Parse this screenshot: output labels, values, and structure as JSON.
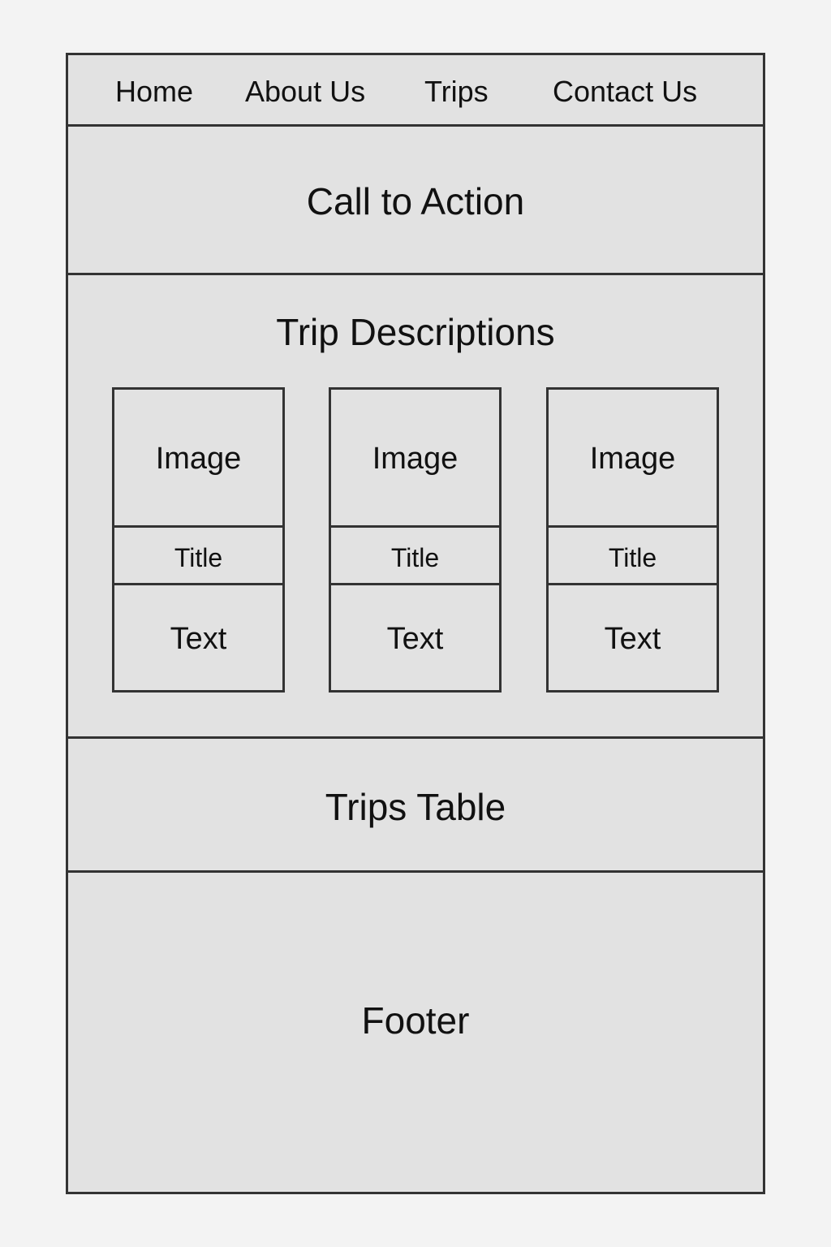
{
  "nav": {
    "items": [
      {
        "label": "Home"
      },
      {
        "label": "About Us"
      },
      {
        "label": "Trips"
      },
      {
        "label": "Contact Us"
      }
    ]
  },
  "cta": {
    "label": "Call to Action"
  },
  "trip_descriptions": {
    "heading": "Trip Descriptions",
    "cards": [
      {
        "image_label": "Image",
        "title_label": "Title",
        "text_label": "Text"
      },
      {
        "image_label": "Image",
        "title_label": "Title",
        "text_label": "Text"
      },
      {
        "image_label": "Image",
        "title_label": "Title",
        "text_label": "Text"
      }
    ]
  },
  "trips_table": {
    "label": "Trips Table"
  },
  "footer": {
    "label": "Footer"
  }
}
